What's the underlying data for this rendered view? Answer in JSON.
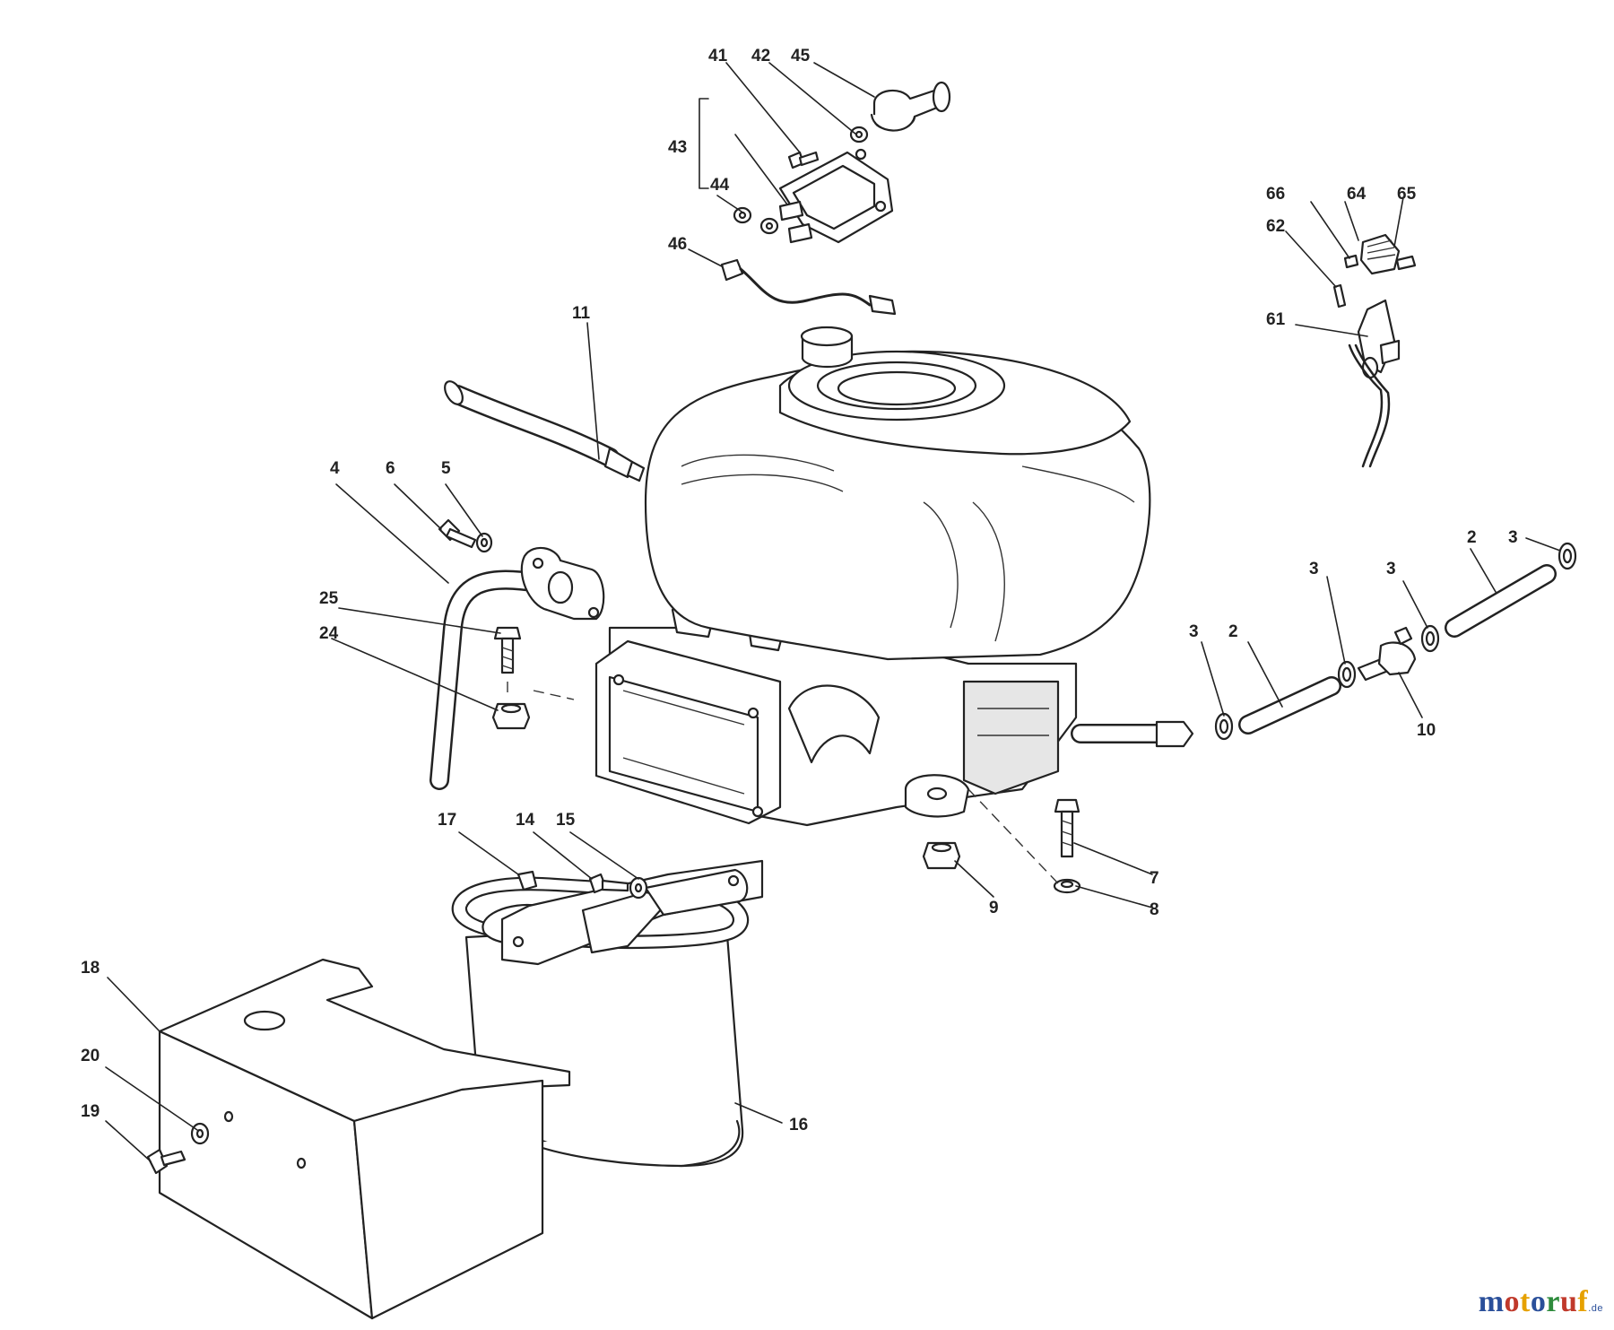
{
  "callouts": {
    "c2a": "2",
    "c2b": "2",
    "c3a": "3",
    "c3b": "3",
    "c3c": "3",
    "c3d": "3",
    "c4": "4",
    "c5": "5",
    "c6": "6",
    "c7": "7",
    "c8": "8",
    "c9": "9",
    "c10": "10",
    "c11": "11",
    "c14": "14",
    "c15": "15",
    "c16": "16",
    "c17": "17",
    "c18": "18",
    "c19": "19",
    "c20": "20",
    "c24": "24",
    "c25": "25",
    "c41": "41",
    "c42": "42",
    "c43": "43",
    "c44": "44",
    "c45": "45",
    "c46": "46",
    "c61": "61",
    "c62": "62",
    "c64": "64",
    "c65": "65",
    "c66": "66"
  },
  "watermark": {
    "text": "motoruf",
    "domain": ".de",
    "colors": [
      "#2a4f9a",
      "#c0392b",
      "#e6a100",
      "#2a4f9a",
      "#2e8b3c",
      "#c0392b",
      "#e6a100"
    ]
  }
}
